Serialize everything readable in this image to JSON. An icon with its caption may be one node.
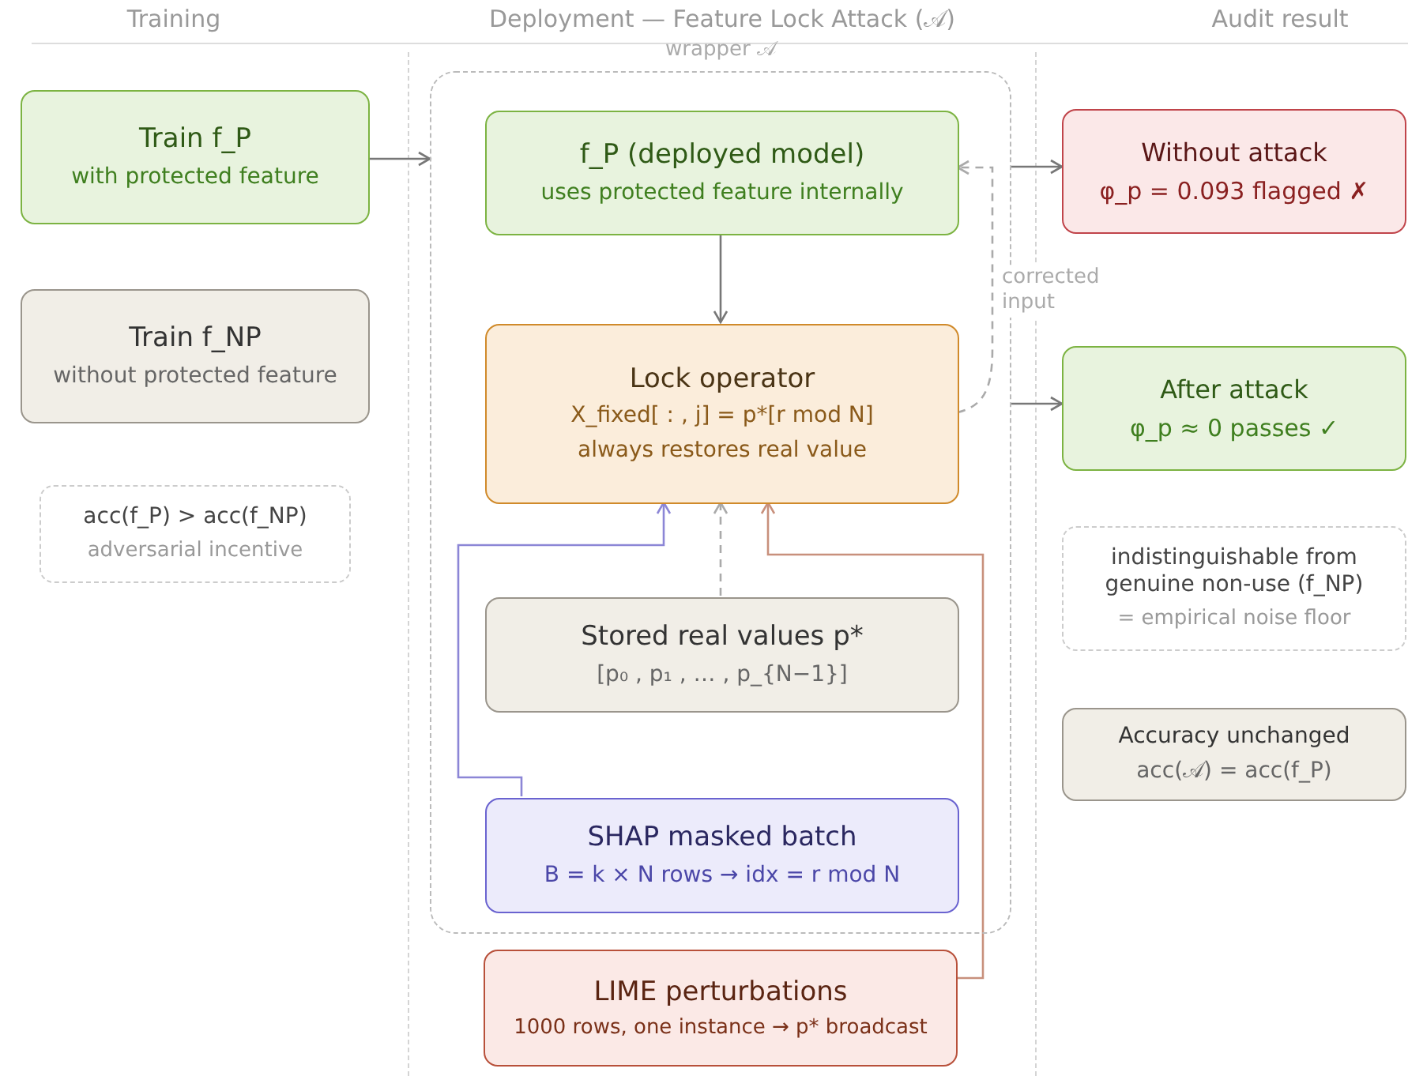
{
  "diagram": {
    "nodes": [
      {
        "text": [
          "Train f_P",
          "with protected feature"
        ]
      },
      {
        "text": [
          "Train f_NP",
          "without protected feature"
        ]
      },
      {
        "text": [
          "acc(f_P) > acc(f_NP)",
          "adversarial incentive"
        ]
      },
      {
        "text": [
          "wrapper 𝒜"
        ]
      },
      {
        "text": [
          "f_P (deployed model)",
          "uses protected feature internally"
        ],
        "in": 3
      },
      {
        "text": [
          "Lock operator",
          "X_fixed[ : , j] = p*[r mod N]",
          "always restores real value"
        ],
        "in": 3
      },
      {
        "text": [
          "Stored real values p*",
          "[p₀ , p₁ , … , p_{N−1}]"
        ],
        "in": 3
      },
      {
        "text": [
          "SHAP masked batch",
          "B = k × N rows → idx = r mod N"
        ],
        "in": 3
      },
      {
        "text": [
          "LIME perturbations",
          "1000 rows, one instance → p* broadcast"
        ]
      },
      {
        "text": [
          "Without attack",
          "φ_p = 0.093 flagged ✗"
        ]
      },
      {
        "text": [
          "After attack",
          "φ_p ≈ 0 passes ✓"
        ]
      },
      {
        "text": [
          "indistinguishable from genuine non-use (f_NP)",
          "= empirical noise floor"
        ]
      },
      {
        "text": [
          "Accuracy unchanged",
          "acc(𝒜) = acc(f_P)"
        ]
      }
    ],
    "edges": [
      {
        "from": 0,
        "to": 3,
        "arrow": "to"
      },
      {
        "from": 4,
        "to": 5,
        "arrow": "to"
      },
      {
        "from": 5,
        "to": 4,
        "arrow": "to",
        "style": "dashed",
        "color": "#aaaaaa",
        "label": "corrected input"
      },
      {
        "from": 3,
        "to": 9,
        "arrow": "to"
      },
      {
        "from": 3,
        "to": 10,
        "arrow": "to"
      },
      {
        "from": 7,
        "to": 5,
        "arrow": "to",
        "color": "#8c86d6"
      },
      {
        "from": 6,
        "to": 5,
        "arrow": "to",
        "style": "dashed",
        "color": "#aaaaaa"
      },
      {
        "from": 8,
        "to": 5,
        "arrow": "to",
        "color": "#c8907c"
      }
    ],
    "labels": [
      "Training",
      "Deployment — Feature Lock Attack (𝒜)",
      "Audit result"
    ]
  }
}
